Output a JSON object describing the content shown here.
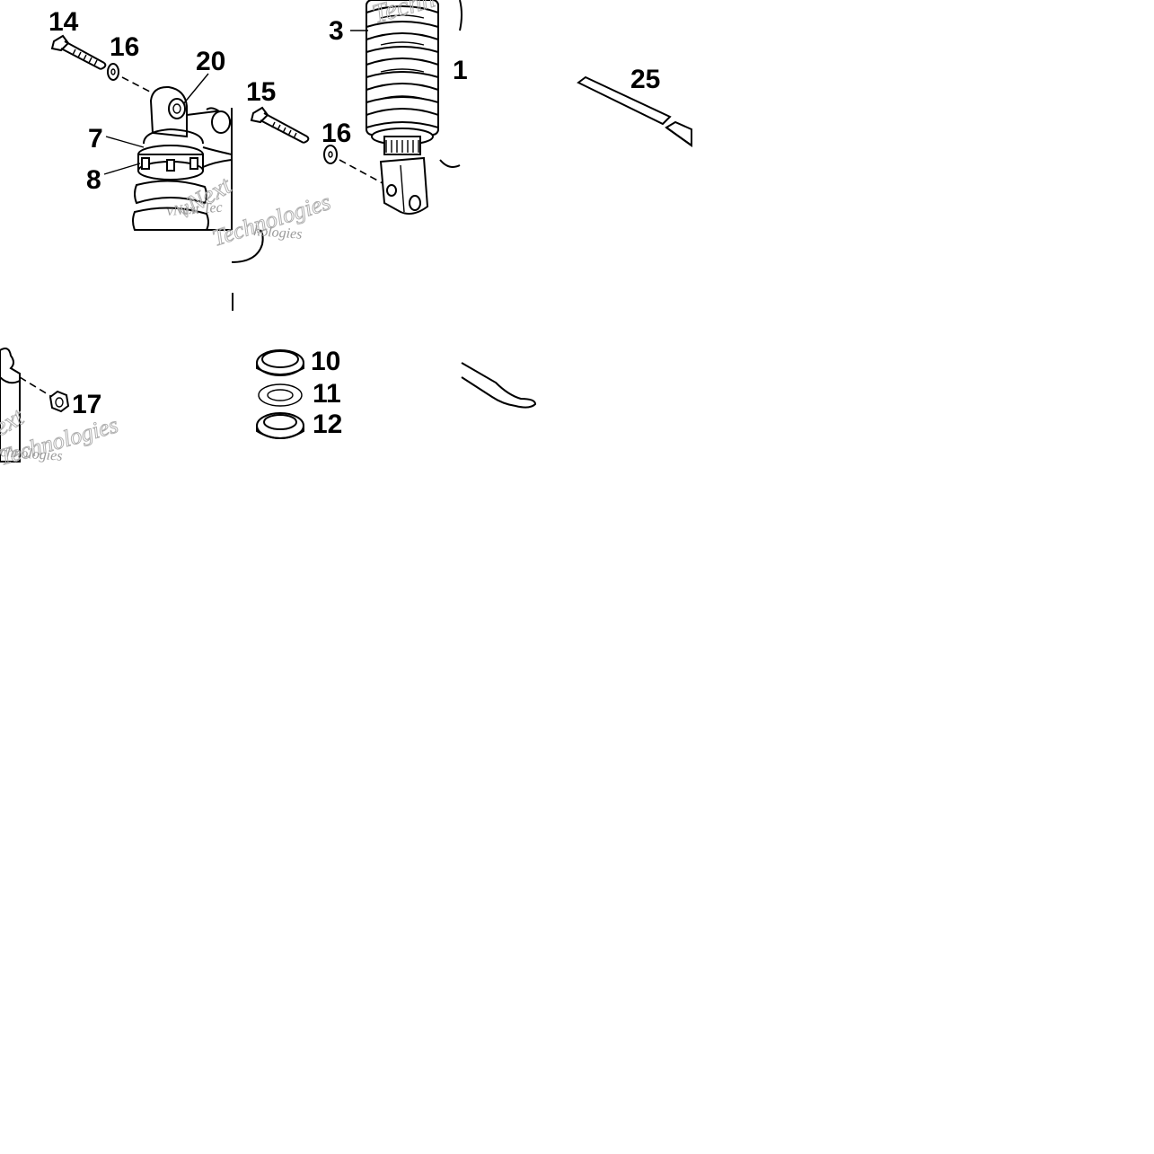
{
  "diagram": {
    "callouts": {
      "c14": "14",
      "c16a": "16",
      "c20": "20",
      "c7": "7",
      "c8": "8",
      "c15": "15",
      "c16b": "16",
      "c3": "3",
      "c1": "1",
      "c25": "25",
      "c10": "10",
      "c11": "11",
      "c12": "12",
      "c17": "17"
    },
    "watermarks": {
      "w1": "Techn",
      "w2": "vNext",
      "w3": "Technologies",
      "w4": "vNext Tec",
      "w5": "hologies",
      "w6": "ext",
      "w7": "Technologies",
      "w8": "chnologies"
    }
  }
}
